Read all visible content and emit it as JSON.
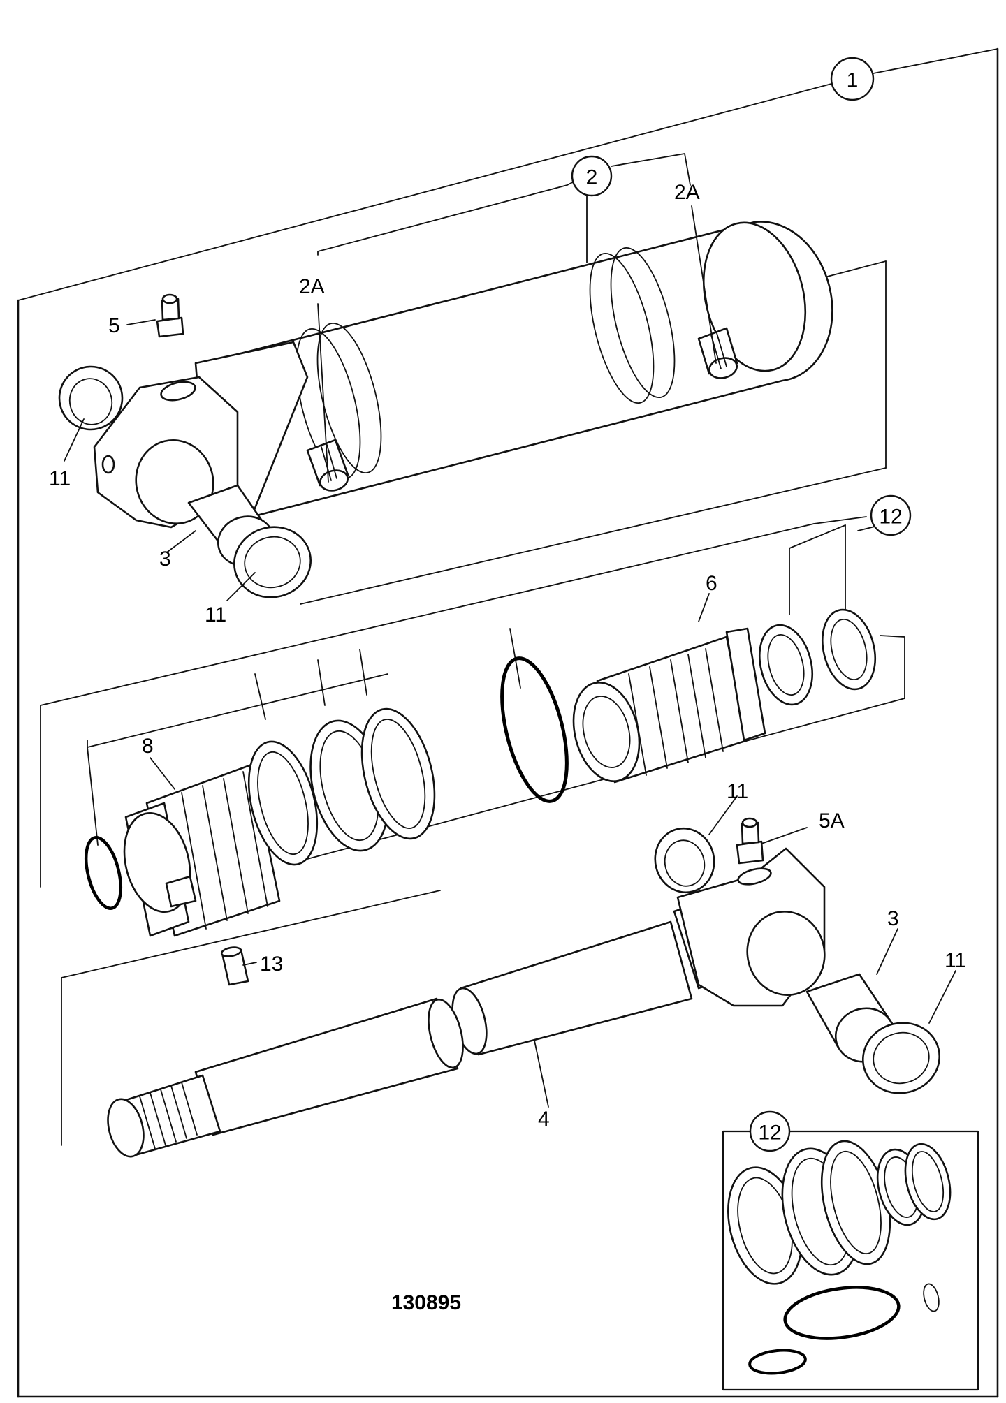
{
  "drawing_number": "130895",
  "callouts": {
    "c1": "1",
    "c2": "2",
    "c2a_left": "2A",
    "c2a_right": "2A",
    "c3_upper": "3",
    "c3_lower": "3",
    "c4": "4",
    "c5": "5",
    "c5a": "5A",
    "c6": "6",
    "c8": "8",
    "c11_left": "11",
    "c11_upper": "11",
    "c11_mid": "11",
    "c11_right": "11",
    "c12_top": "12",
    "c12_inset": "12",
    "c13": "13"
  }
}
